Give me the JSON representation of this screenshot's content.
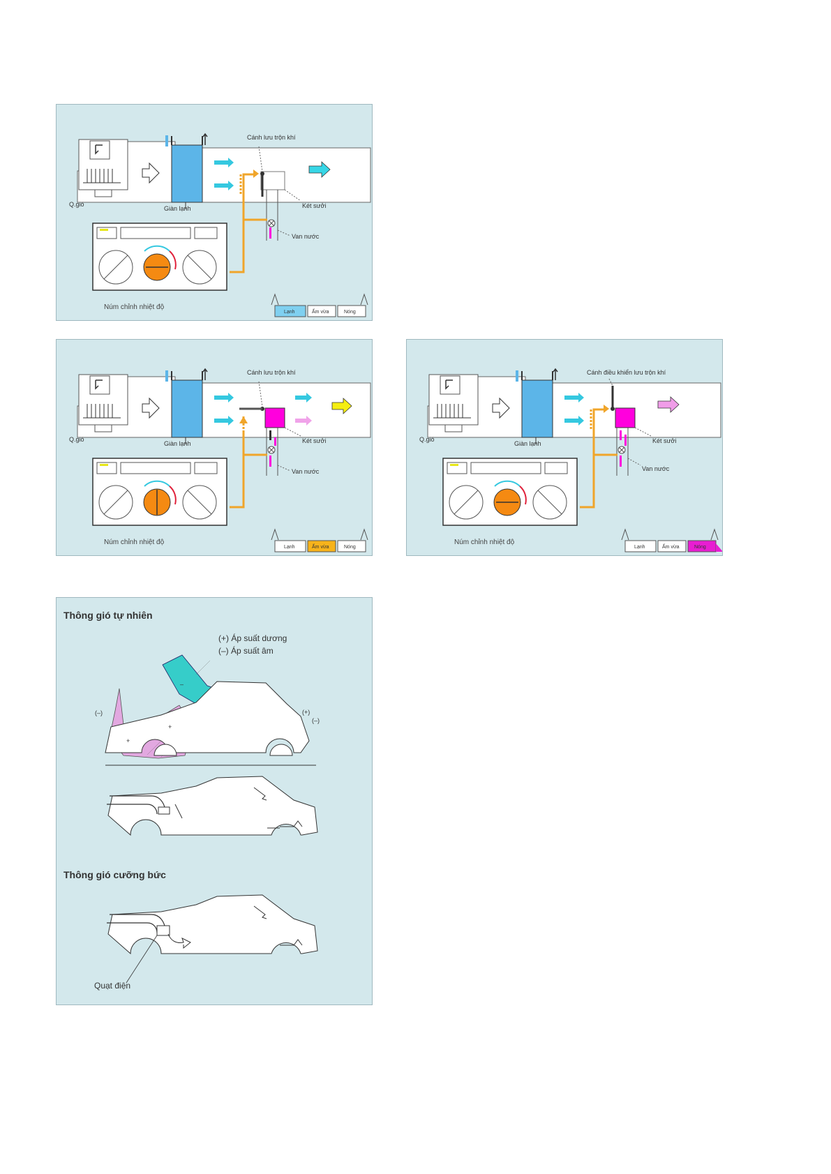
{
  "hvac_diagrams": [
    {
      "id": "cold",
      "labels": {
        "damper": "Cánh lưu trộn khí",
        "evaporator": "Giàn lạnh",
        "heater": "Két sưởi",
        "fan_label": "Q.gió",
        "valve": "Van nước",
        "control": "Núm chỉnh nhiệt độ"
      },
      "buttons": [
        "Lạnh",
        "Ấm vừa",
        "Nóng"
      ],
      "active_button": 0,
      "active_color": "#7fd0f0",
      "output_arrow_color": "#37d6e6"
    },
    {
      "id": "medium",
      "labels": {
        "damper": "Cánh lưu trộn khí",
        "evaporator": "Giàn lạnh",
        "heater": "Két sưởi",
        "fan_label": "Q.gió",
        "valve": "Van nước",
        "control": "Núm chỉnh nhiệt độ"
      },
      "buttons": [
        "Lạnh",
        "Ấm vừa",
        "Nóng"
      ],
      "active_button": 1,
      "active_color": "#f7b31b",
      "output_arrow_color": "#f5ee12"
    },
    {
      "id": "hot",
      "labels": {
        "damper": "Cánh điều khiển lưu trộn khí",
        "evaporator": "Giàn lạnh",
        "heater": "Két sưởi",
        "fan_label": "Q.gió",
        "valve": "Van nước",
        "control": "Núm chỉnh nhiệt độ"
      },
      "buttons": [
        "Lạnh",
        "Ấm vừa",
        "Nóng"
      ],
      "active_button": 2,
      "active_color": "#e81ed2",
      "output_arrow_color": "#f09de8"
    }
  ],
  "ventilation": {
    "natural_title": "Thông gió tự nhiên",
    "legend_positive": "(+) Áp suất dương",
    "legend_negative": "(–) Áp suất âm",
    "sign_neg": "(–)",
    "sign_pos": "(+)",
    "minus_mark": "–",
    "plus_mark": "+",
    "forced_title": "Thông gió cưỡng bức",
    "fan_label": "Quạt điện"
  },
  "colors": {
    "panel_bg": "#d3e8ec",
    "duct": "#ffffff",
    "evaporator": "#5cb5e8",
    "cold_air": "#35c8e0",
    "heater": "#ff00dd",
    "pink_air": "#f0a3e9",
    "control_line": "#f0a52a",
    "knob": "#f58a12",
    "positive_zone": "#e2a8e0",
    "negative_zone": "#36cdc9"
  }
}
